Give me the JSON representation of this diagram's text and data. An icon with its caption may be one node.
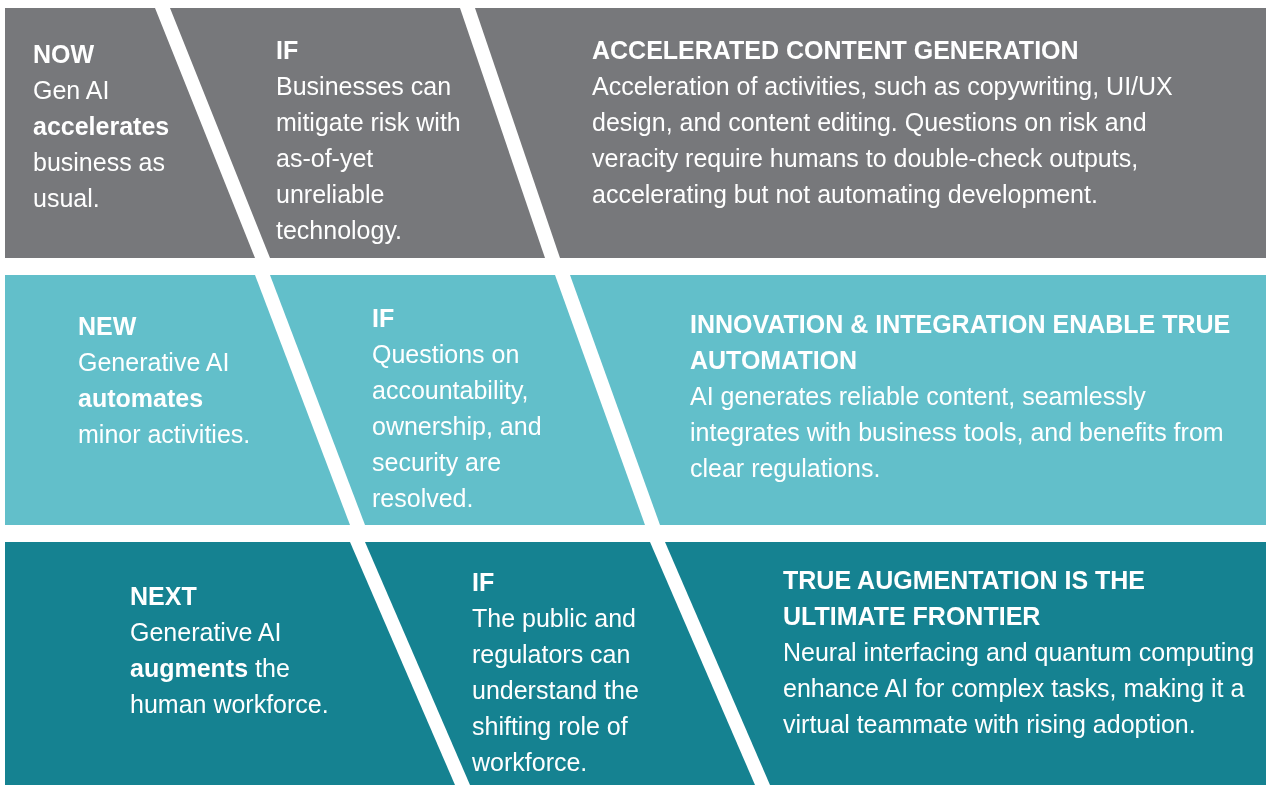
{
  "diagram": {
    "nodes": [
      {
        "text": [
          "NOW",
          "Gen AI **accelerates** business as usual."
        ]
      },
      {
        "text": [
          "IF",
          "Businesses can mitigate risk with as-of-yet unreliable technology."
        ]
      },
      {
        "text": [
          "ACCELERATED CONTENT GENERATION",
          "Acceleration of activities, such as copywriting, UI/UX design, and content editing. Questions on risk and veracity require humans to double-check outputs, accelerating but not automating development."
        ]
      },
      {
        "text": [
          "NEW",
          "Generative AI **automates** minor activities."
        ]
      },
      {
        "text": [
          "IF",
          "Questions on accountability, ownership, and security are resolved."
        ]
      },
      {
        "text": [
          "INNOVATION & INTEGRATION ENABLE TRUE AUTOMATION",
          "AI generates reliable content, seamlessly integrates with business tools, and benefits from clear regulations."
        ]
      },
      {
        "text": [
          "NEXT",
          "Generative AI **augments** the human workforce."
        ]
      },
      {
        "text": [
          "IF",
          "The public and regulators can understand the shifting role of workforce."
        ]
      },
      {
        "text": [
          "TRUE AUGMENTATION IS THE ULTIMATE FRONTIER",
          "Neural interfacing and quantum computing enhance AI for complex tasks, making it a virtual teammate with rising adoption."
        ]
      }
    ]
  }
}
